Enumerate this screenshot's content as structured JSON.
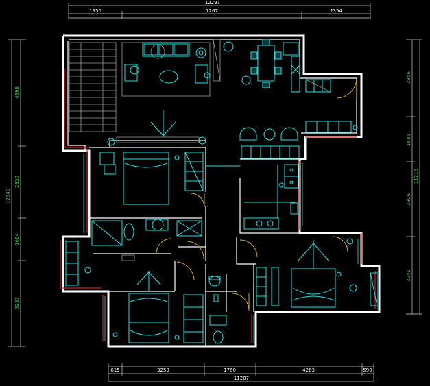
{
  "dimensions": {
    "top_total": "12291",
    "top_segments": [
      "1950",
      "7267",
      "2354"
    ],
    "bottom_total": "11207",
    "bottom_segments": [
      "615",
      "3259",
      "1760",
      "4263",
      "590"
    ],
    "left_total": "12549",
    "left_segments": [
      "4368",
      "2950",
      "1664",
      "3237"
    ],
    "right_total": "11216",
    "right_segments": [
      "2956",
      "1686",
      "2806",
      "3041"
    ]
  },
  "colors": {
    "background": "#000000",
    "walls": "#ffffff",
    "furniture": "#17e6e6",
    "exterior_wall": "#e01b1b",
    "doors": "#d4a62a",
    "dimension_text": "#ffffff",
    "side_dimension_text": "#3ec94a"
  }
}
